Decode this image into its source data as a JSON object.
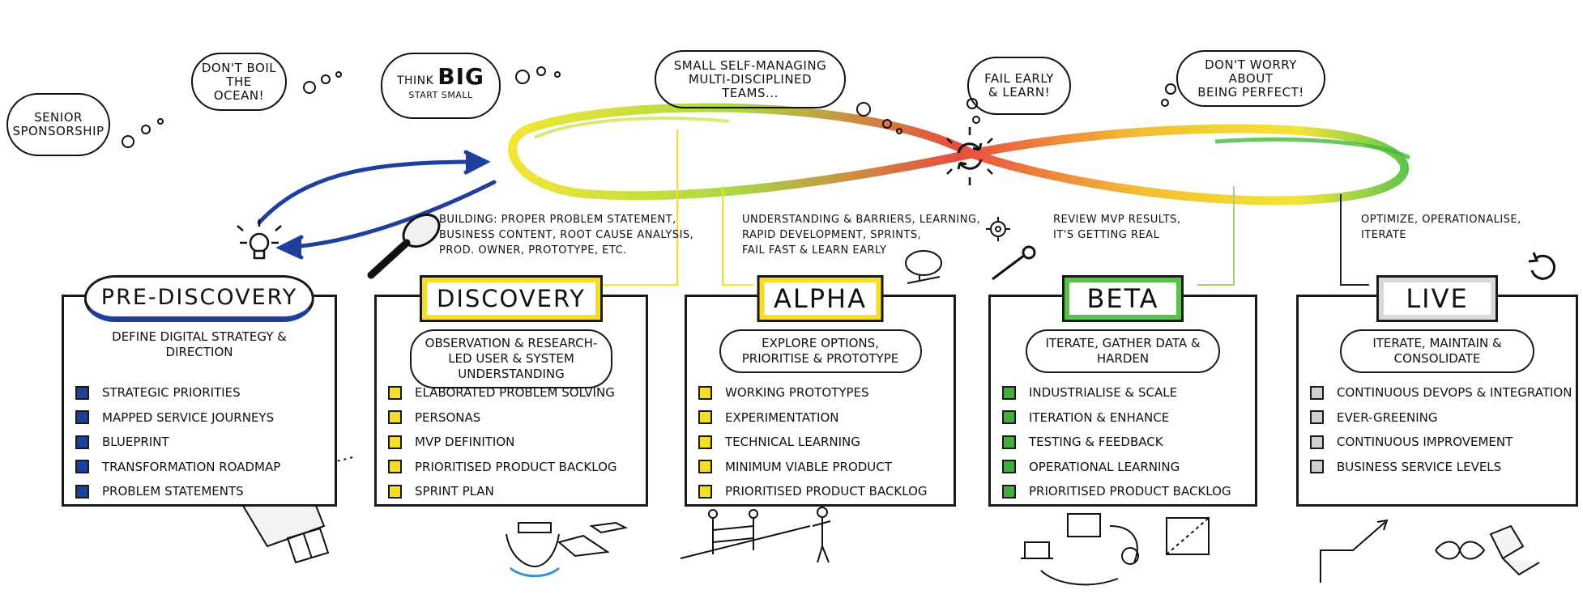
{
  "bubbles": {
    "senior": [
      "SENIOR",
      "SPONSORSHIP"
    ],
    "boil": [
      "DON'T BOIL",
      "THE OCEAN!"
    ],
    "think": {
      "line1": "THINK",
      "big": "BIG",
      "line2": "START SMALL"
    },
    "teams": [
      "SMALL SELF-MANAGING",
      "MULTI-DISCIPLINED TEAMS..."
    ],
    "fail": [
      "FAIL EARLY",
      "& LEARN!"
    ],
    "perfect": [
      "DON'T WORRY ABOUT",
      "BEING PERFECT!"
    ]
  },
  "notes": {
    "discovery": [
      "BUILDING: PROPER PROBLEM STATEMENT,",
      "BUSINESS CONTENT, ROOT CAUSE ANALYSIS,",
      "PROD. OWNER, PROTOTYPE, etc."
    ],
    "alpha": [
      "UNDERSTANDING & BARRIERS, LEARNING,",
      "RAPID DEVELOPMENT, SPRINTS,",
      "FAIL FAST & LEARN EARLY"
    ],
    "beta": [
      "REVIEW MVP RESULTS,",
      "IT'S GETTING REAL"
    ],
    "live": [
      "OPTIMIZE, OPERATIONALISE,",
      "ITERATE"
    ]
  },
  "stages": [
    {
      "label": "PRE-DISCOVERY",
      "subtitle": "DEFINE DIGITAL STRATEGY & DIRECTION",
      "color": "#1f3f9f",
      "items": [
        "STRATEGIC PRIORITIES",
        "MAPPED SERVICE JOURNEYS",
        "BLUEPRINT",
        "TRANSFORMATION ROADMAP",
        "PROBLEM STATEMENTS"
      ]
    },
    {
      "label": "DISCOVERY",
      "subtitle": "OBSERVATION & RESEARCH-LED USER & SYSTEM UNDERSTANDING",
      "color": "#f5df24",
      "items": [
        "ELABORATED PROBLEM SOLVING",
        "PERSONAS",
        "MVP DEFINITION",
        "PRIORITISED PRODUCT BACKLOG",
        "SPRINT PLAN"
      ]
    },
    {
      "label": "ALPHA",
      "subtitle": "EXPLORE OPTIONS, PRIORITISE & PROTOTYPE",
      "color": "#f5df24",
      "items": [
        "WORKING PROTOTYPES",
        "EXPERIMENTATION",
        "TECHNICAL LEARNING",
        "MINIMUM VIABLE PRODUCT",
        "PRIORITISED PRODUCT BACKLOG"
      ]
    },
    {
      "label": "BETA",
      "subtitle": "ITERATE, GATHER DATA & HARDEN",
      "color": "#3fae3a",
      "items": [
        "INDUSTRIALISE & SCALE",
        "ITERATION & ENHANCE",
        "TESTING & FEEDBACK",
        "OPERATIONAL LEARNING",
        "PRIORITISED PRODUCT BACKLOG"
      ]
    },
    {
      "label": "LIVE",
      "subtitle": "ITERATE, MAINTAIN & CONSOLIDATE",
      "color": "#cfcfcf",
      "items": [
        "CONTINUOUS DEVOPS & INTEGRATION",
        "EVER-GREENING",
        "CONTINUOUS IMPROVEMENT",
        "BUSINESS SERVICE LEVELS"
      ]
    }
  ]
}
